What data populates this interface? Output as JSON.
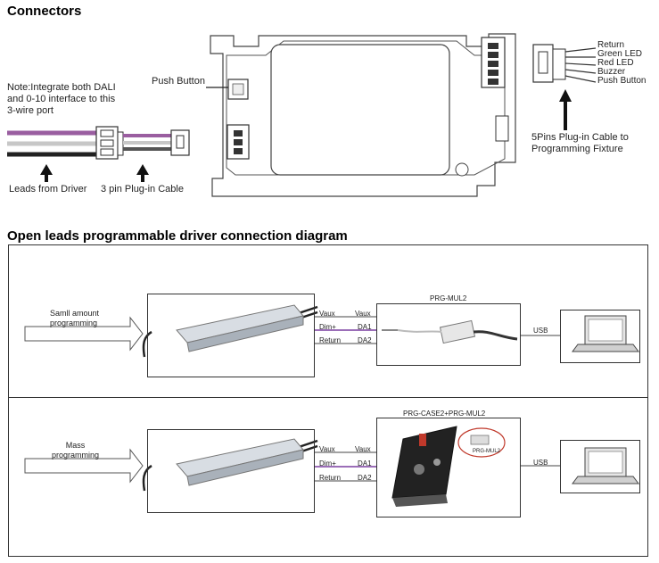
{
  "connectors": {
    "title": "Connectors",
    "note_lines": [
      "Note:Integrate both DALI",
      "and 0-10 interface to this",
      "3-wire port"
    ],
    "push_button": "Push Button",
    "leads_from_driver": "Leads from Driver",
    "plug_in_cable": "3 pin Plug-in Cable",
    "pin_labels": [
      "Return",
      "Green LED",
      "Red LED",
      "Buzzer",
      "Push Button"
    ],
    "five_pin_lines": [
      "5Pins Plug-in Cable to",
      "Programming Fixture"
    ],
    "wire_colors": [
      "#9a5ea0",
      "#c7c7c7",
      "#222222"
    ]
  },
  "diagram": {
    "title": "Open leads programmable driver connection diagram",
    "rows": [
      {
        "arrow_label_lines": [
          "Samll amount",
          "programming"
        ],
        "device_title": "PRG-MUL2",
        "driver_pins": [
          "Vaux",
          "Dim+",
          "Return"
        ],
        "device_pins": [
          "Vaux",
          "DA1",
          "DA2"
        ],
        "usb": "USB"
      },
      {
        "arrow_label_lines": [
          "Mass",
          "programming"
        ],
        "device_title": "PRG-CASE2+PRG-MUL2",
        "device_badge": "PRG-MUL2",
        "driver_pins": [
          "Vaux",
          "Dim+",
          "Return"
        ],
        "device_pins": [
          "Vaux",
          "DA1",
          "DA2"
        ],
        "usb": "USB"
      }
    ]
  }
}
